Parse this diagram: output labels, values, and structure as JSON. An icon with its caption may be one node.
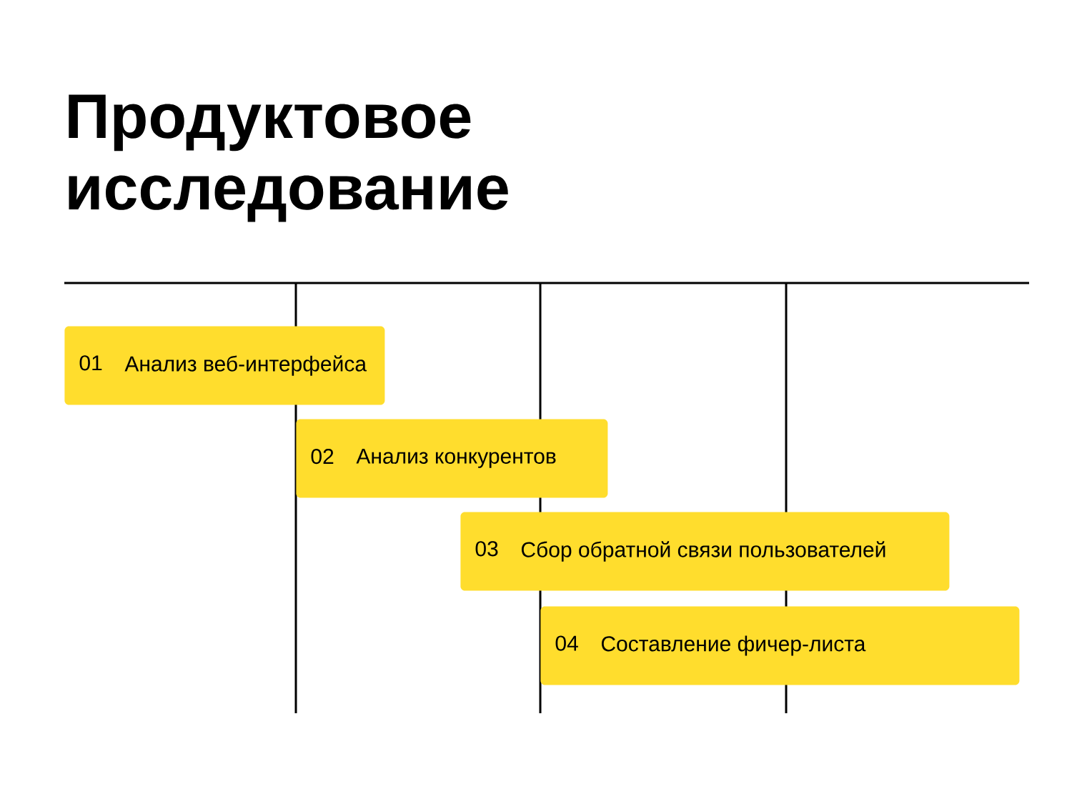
{
  "diagram": {
    "title": "Продуктовое исследование",
    "nodes": [
      {
        "text": [
          "01",
          "Анализ веб-интерфейса"
        ]
      },
      {
        "text": [
          "02",
          "Анализ конкурентов"
        ]
      },
      {
        "text": [
          "03",
          "Сбор обратной связи пользователей"
        ]
      },
      {
        "text": [
          "04",
          "Составление фичер-листа"
        ]
      }
    ]
  }
}
